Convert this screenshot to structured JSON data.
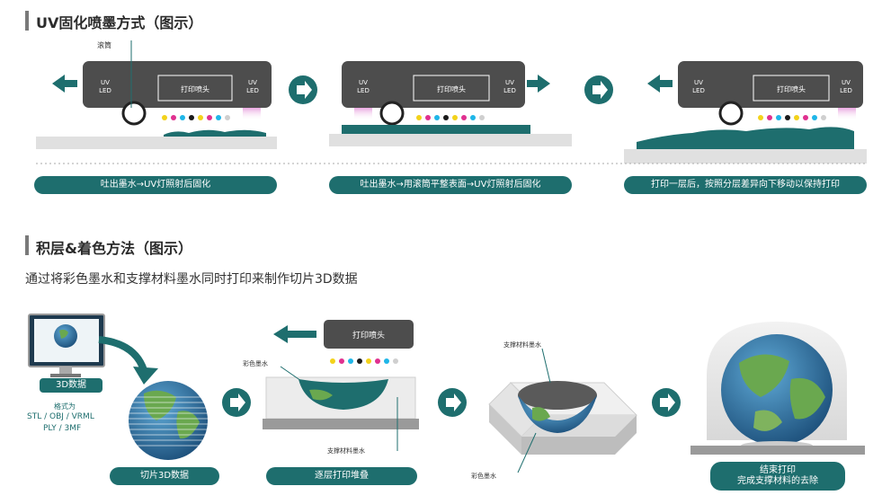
{
  "section1": {
    "title": "UV固化喷墨方式（图示）",
    "roller_label": "滚筒",
    "uv_led": "UV\nLED",
    "uv_line1": "UV",
    "uv_line2": "LED",
    "printhead": "打印喷头",
    "captions": [
      "吐出墨水→UV灯照射后固化",
      "吐出墨水→用滚筒平整表面→UV灯照射后固化",
      "打印一层后，按照分层差异向下移动以保持打印"
    ]
  },
  "section2": {
    "title": "积层&着色方法（图示）",
    "subtitle": "通过将彩色墨水和支撑材料墨水同时打印来制作切片3D数据",
    "data_badge": "3D数据",
    "formats_title": "格式为",
    "formats_line1": "STL / OBJ / VRML",
    "formats_line2": "PLY / 3MF",
    "printhead": "打印喷头",
    "color_ink": "彩色墨水",
    "support_ink": "支撑材料墨水",
    "support_ink2": "支撑材料墨水",
    "color_ink2": "彩色墨水",
    "captions": [
      "切片3D数据",
      "逐层打印堆叠",
      "结束打印",
      "完成支撑材料的去除"
    ]
  },
  "colors": {
    "teal": "#1e6e6e",
    "dark_gray": "#4d4d4d",
    "light_gray": "#d9d9d9",
    "ink_cyan": "#1fb6e8",
    "ink_magenta": "#e0308f",
    "ink_yellow": "#f3d21a",
    "ink_black": "#1a1a1a"
  }
}
